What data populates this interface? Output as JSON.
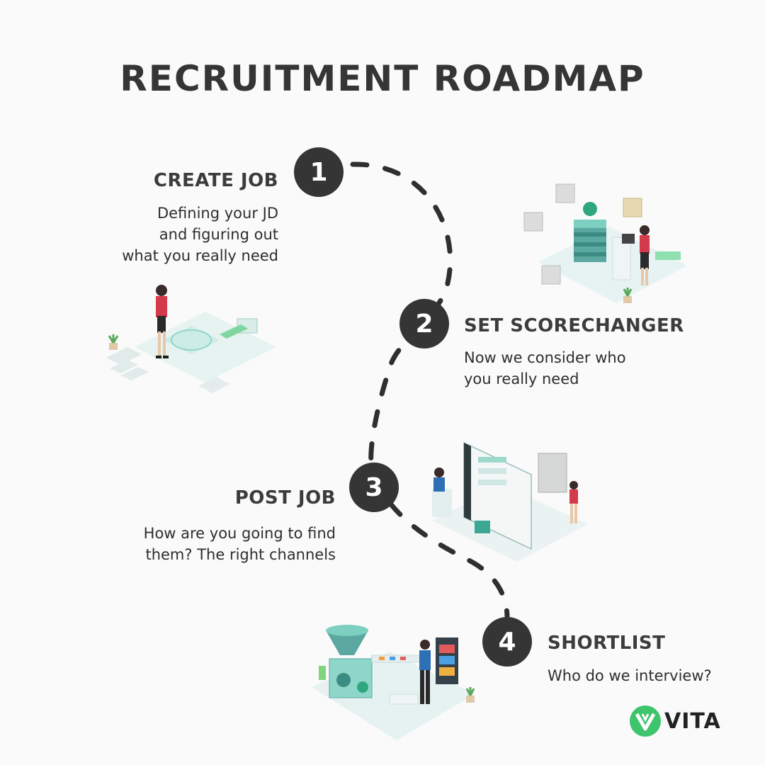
{
  "title": "RECRUITMENT ROADMAP",
  "steps": [
    {
      "number": "1",
      "title": "CREATE JOB",
      "description": [
        "Defining your JD",
        "and figuring out",
        "what you really need"
      ]
    },
    {
      "number": "2",
      "title": "SET SCORECHANGER",
      "description": [
        "Now we consider who",
        "you really need"
      ]
    },
    {
      "number": "3",
      "title": "POST JOB",
      "description": [
        "How are you going to find",
        "them? The right channels"
      ]
    },
    {
      "number": "4",
      "title": "SHORTLIST",
      "description": [
        "Who do we interview?"
      ]
    }
  ],
  "brand": {
    "name": "VITA",
    "color": "#3ec46d"
  },
  "colors": {
    "accent_teal": "#3fb8a4",
    "dark": "#353535",
    "person_shirt_red": "#d33a4b",
    "person_shirt_blue": "#2f6fb5"
  }
}
